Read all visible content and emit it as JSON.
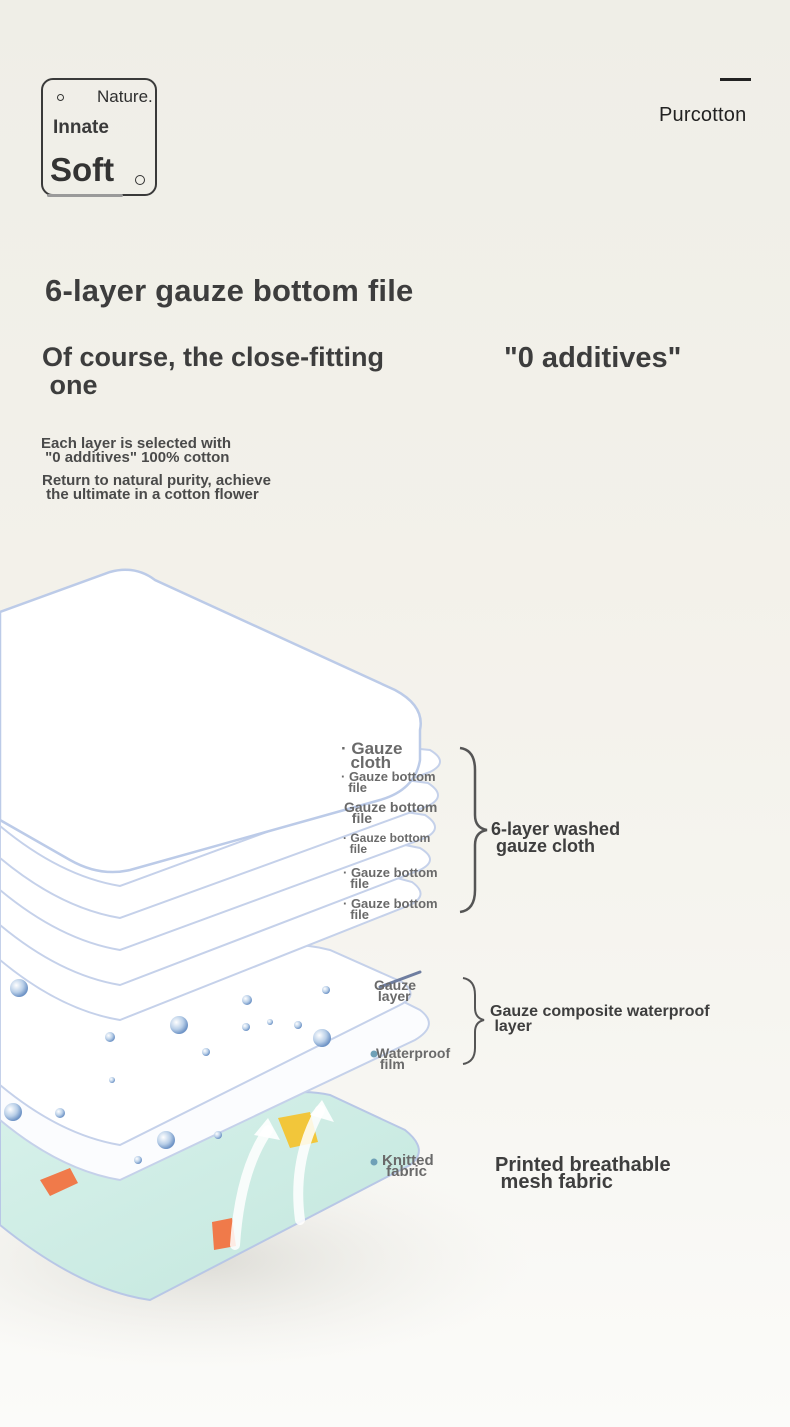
{
  "badge": {
    "top_right": "Nature.",
    "middle": "Innate",
    "bottom": "Soft"
  },
  "brand": {
    "name": "Purcotton"
  },
  "headline": {
    "title": "6-layer gauze bottom file",
    "subtitle": "Of course, the close-fitting\n one",
    "subtitle_right": "\"0 additives\""
  },
  "description": {
    "line1": "Each layer is selected with\n \"0 additives\" 100% cotton",
    "line2": "Return to natural purity, achieve\n the ultimate in a cotton flower"
  },
  "layers": {
    "gauze_group": [
      "· Gauze\n  cloth",
      "· Gauze bottom\n  file",
      "Gauze bottom\n  file",
      "· Gauze bottom\n  file",
      "· Gauze bottom\n  file",
      "· Gauze bottom\n  file"
    ],
    "waterproof_group": [
      "Gauze\n layer",
      "Waterproof\n film"
    ],
    "knit": "Knitted\n fabric"
  },
  "callouts": {
    "washed": "6-layer washed\n gauze cloth",
    "waterproof": "Gauze composite waterproof\n layer",
    "mesh": "Printed breathable\n mesh fabric"
  },
  "icons": [
    "dot-icon",
    "droplet-icon",
    "brace-icon",
    "arrow-up-icon"
  ],
  "colors": {
    "text": "#3d3d3d",
    "label_grey": "#6a6a6a",
    "mesh_mint": "#cfeee6",
    "outline_blue": "#b8c7e6"
  }
}
